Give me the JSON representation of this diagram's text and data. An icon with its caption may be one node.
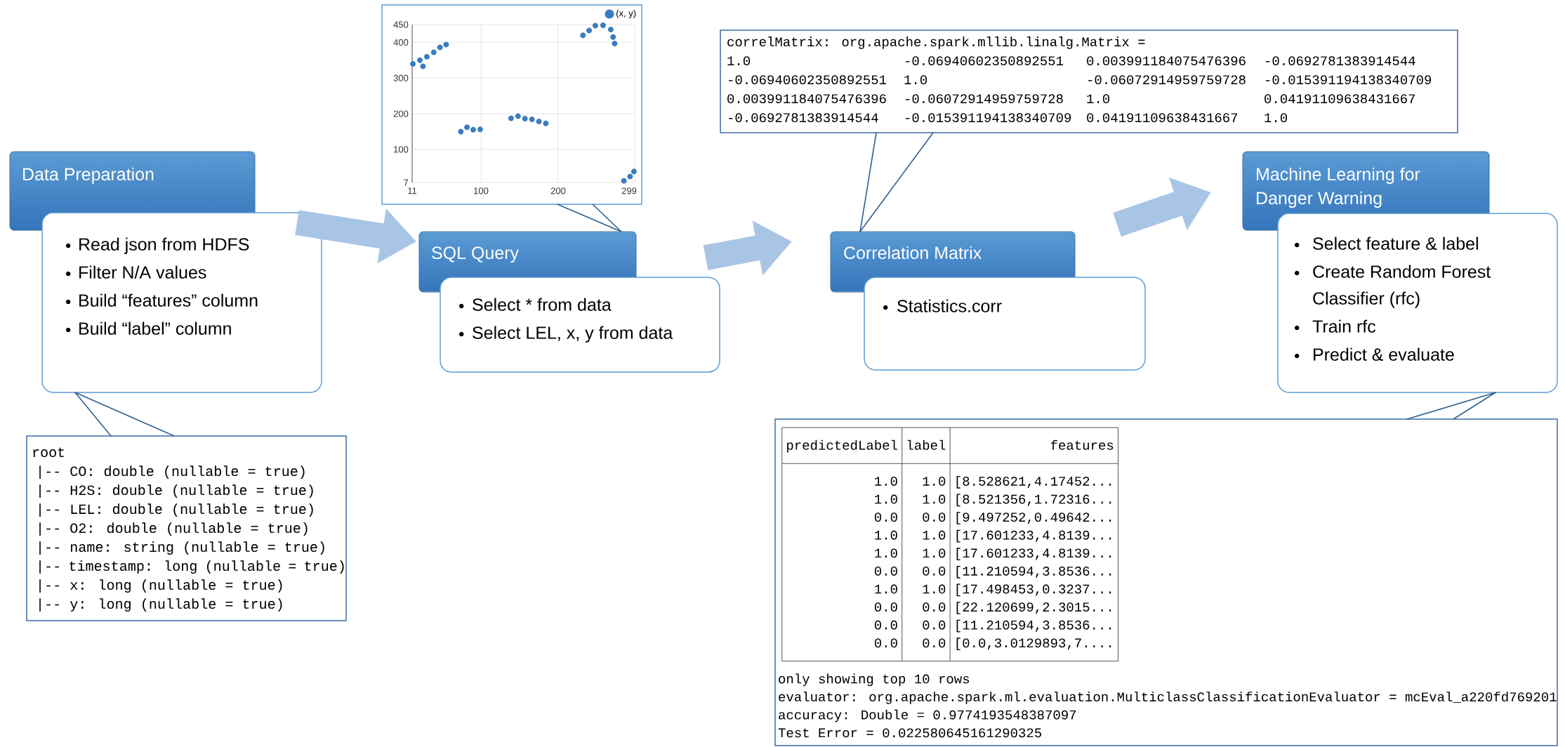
{
  "diagram": {
    "nodes": [
      {
        "text": [
          "Data Preparation"
        ]
      },
      {
        "text": [
          "Read json from HDFS",
          "Filter N/A values",
          "Build “features” column",
          "Build “label” column"
        ]
      },
      {
        "text": [
          "root",
          "|-- CO: double (nullable = true)",
          "|-- H2S: double (nullable = true)",
          "|-- LEL: double (nullable = true)",
          "|-- O2: double (nullable = true)",
          "|-- name: string (nullable = true)",
          "|-- timestamp: long (nullable = true)",
          "|-- x: long (nullable = true)",
          "|-- y: long (nullable = true)"
        ]
      },
      {
        "text": [],
        "shape": "box"
      },
      {
        "text": [
          "SQL Query"
        ]
      },
      {
        "text": [
          "Select * from data",
          "Select LEL, x, y from data"
        ]
      },
      {
        "text": [
          "correlMatrix: org.apache.spark.mllib.linalg.Matrix =",
          "1.0",
          "-0.06940602350892551",
          "0.003991184075476396",
          "-0.0692781383914544",
          "-0.06940602350892551",
          "1.0",
          "-0.06072914959759728",
          "-0.015391194138340709",
          "0.003991184075476396",
          "-0.06072914959759728",
          "1.0",
          "0.04191109638431667",
          "-0.0692781383914544",
          "-0.015391194138340709",
          "0.04191109638431667",
          "1.0"
        ]
      },
      {
        "text": [
          "Correlation Matrix"
        ]
      },
      {
        "text": [
          "Statistics.corr"
        ]
      },
      {
        "text": [
          "Machine Learning for Danger Warning"
        ]
      },
      {
        "text": [
          "Select feature & label",
          "Create Random Forest Classifier (rfc)",
          "Train rfc",
          "Predict & evaluate"
        ]
      },
      {
        "text": [
          "predictedLabel",
          "label",
          "features",
          "1.0",
          "1.0",
          "[8.528621,4.17452...",
          "1.0",
          "1.0",
          "[8.521356,1.72316...",
          "0.0",
          "0.0",
          "[9.497252,0.49642...",
          "1.0",
          "1.0",
          "[17.601233,4.8139...",
          "1.0",
          "1.0",
          "[17.601233,4.8139...",
          "0.0",
          "0.0",
          "[11.210594,3.8536...",
          "1.0",
          "1.0",
          "[17.498453,0.3237...",
          "0.0",
          "0.0",
          "[22.120699,2.3015...",
          "0.0",
          "0.0",
          "[11.210594,3.8536...",
          "0.0",
          "0.0",
          "[0.0,3.0129893,7....",
          "only showing top 10 rows",
          "evaluator: org.apache.spark.ml.evaluation.MulticlassClassificationEvaluator = mcEval_a220fd769201",
          "accuracy: Double = 0.9774193548387097",
          "Test Error = 0.022580645161290325"
        ]
      }
    ],
    "edges": [
      {
        "from": 1,
        "to": 4,
        "arrow": "to",
        "style": "thick",
        "color": "#a9c5e6"
      },
      {
        "from": 5,
        "to": 7,
        "arrow": "to",
        "style": "thick",
        "color": "#a9c5e6"
      },
      {
        "from": 7,
        "to": 9,
        "arrow": "to",
        "style": "thick",
        "color": "#a9c5e6"
      },
      {
        "from": 2,
        "to": 1,
        "arrow": "none"
      },
      {
        "from": 3,
        "to": 4,
        "arrow": "none"
      },
      {
        "from": 6,
        "to": 7,
        "arrow": "none"
      },
      {
        "from": 11,
        "to": 10,
        "arrow": "none"
      }
    ],
    "chart_data": {
      "type": "scatter",
      "xlim": [
        11,
        299
      ],
      "ylim": [
        7,
        450
      ],
      "xticks": [
        11,
        100,
        200,
        299
      ],
      "yticks": [
        7,
        100,
        200,
        300,
        400,
        450
      ],
      "grid": true,
      "x": [
        12,
        21,
        30,
        39,
        47,
        55,
        25,
        74,
        82,
        90,
        99,
        139,
        148,
        157,
        166,
        175,
        184,
        232,
        240,
        248,
        258,
        268,
        271,
        273,
        285,
        293,
        298
      ],
      "series": [
        {
          "name": "(x, y)",
          "color": "#3a7dbf",
          "values": [
            340,
            350,
            360,
            372,
            386,
            394,
            333,
            150,
            162,
            155,
            156,
            187,
            193,
            186,
            184,
            178,
            173,
            420,
            433,
            447,
            448,
            436,
            415,
            397,
            12,
            24,
            38
          ]
        }
      ]
    }
  }
}
